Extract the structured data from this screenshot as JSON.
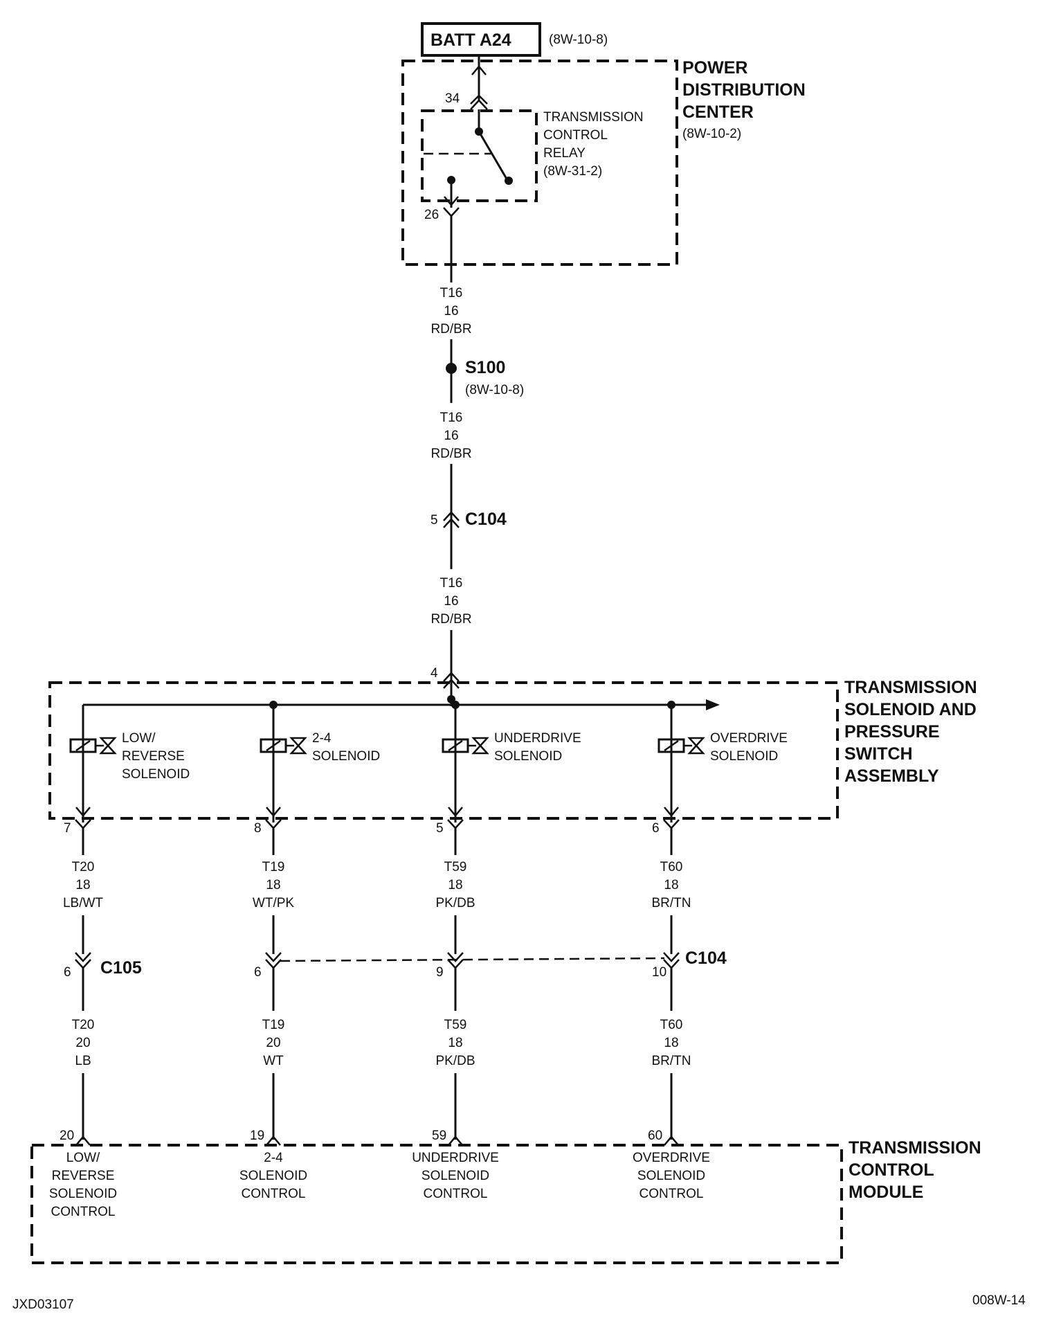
{
  "battery": {
    "label": "BATT A24",
    "ref": "(8W-10-8)"
  },
  "pdc": {
    "line1": "POWER",
    "line2": "DISTRIBUTION",
    "line3": "CENTER",
    "ref": "(8W-10-2)",
    "pin_top": "34",
    "pin_bottom": "26"
  },
  "relay": {
    "line1": "TRANSMISSION",
    "line2": "CONTROL",
    "line3": "RELAY",
    "ref": "(8W-31-2)"
  },
  "feed_wire": {
    "circuit": "T16",
    "gauge": "16",
    "color": "RD/BR"
  },
  "splice": {
    "label": "S100",
    "ref": "(8W-10-8)"
  },
  "c104_top": {
    "label": "C104",
    "pin": "5"
  },
  "assembly": {
    "line1": "TRANSMISSION",
    "line2": "SOLENOID AND",
    "line3": "PRESSURE",
    "line4": "SWITCH",
    "line5": "ASSEMBLY",
    "pin_in": "4"
  },
  "solenoids": [
    {
      "line1": "LOW/",
      "line2": "REVERSE",
      "line3": "SOLENOID",
      "pin_out": "7",
      "w1_circuit": "T20",
      "w1_gauge": "18",
      "w1_color": "LB/WT",
      "conn_pin": "6",
      "w2_circuit": "T20",
      "w2_gauge": "20",
      "w2_color": "LB",
      "tcm_pin": "20",
      "tcm_line1": "LOW/",
      "tcm_line2": "REVERSE",
      "tcm_line3": "SOLENOID",
      "tcm_line4": "CONTROL"
    },
    {
      "line1": "2-4",
      "line2": "SOLENOID",
      "line3": "",
      "pin_out": "8",
      "w1_circuit": "T19",
      "w1_gauge": "18",
      "w1_color": "WT/PK",
      "conn_pin": "6",
      "w2_circuit": "T19",
      "w2_gauge": "20",
      "w2_color": "WT",
      "tcm_pin": "19",
      "tcm_line1": "2-4",
      "tcm_line2": "SOLENOID",
      "tcm_line3": "CONTROL",
      "tcm_line4": ""
    },
    {
      "line1": "UNDERDRIVE",
      "line2": "SOLENOID",
      "line3": "",
      "pin_out": "5",
      "w1_circuit": "T59",
      "w1_gauge": "18",
      "w1_color": "PK/DB",
      "conn_pin": "9",
      "w2_circuit": "T59",
      "w2_gauge": "18",
      "w2_color": "PK/DB",
      "tcm_pin": "59",
      "tcm_line1": "UNDERDRIVE",
      "tcm_line2": "SOLENOID",
      "tcm_line3": "CONTROL",
      "tcm_line4": ""
    },
    {
      "line1": "OVERDRIVE",
      "line2": "SOLENOID",
      "line3": "",
      "pin_out": "6",
      "w1_circuit": "T60",
      "w1_gauge": "18",
      "w1_color": "BR/TN",
      "conn_pin": "10",
      "w2_circuit": "T60",
      "w2_gauge": "18",
      "w2_color": "BR/TN",
      "tcm_pin": "60",
      "tcm_line1": "OVERDRIVE",
      "tcm_line2": "SOLENOID",
      "tcm_line3": "CONTROL",
      "tcm_line4": ""
    }
  ],
  "c105": {
    "label": "C105"
  },
  "c104_bottom": {
    "label": "C104"
  },
  "tcm": {
    "line1": "TRANSMISSION",
    "line2": "CONTROL",
    "line3": "MODULE"
  },
  "footer": {
    "left": "JXD03107",
    "right": "008W-14"
  }
}
